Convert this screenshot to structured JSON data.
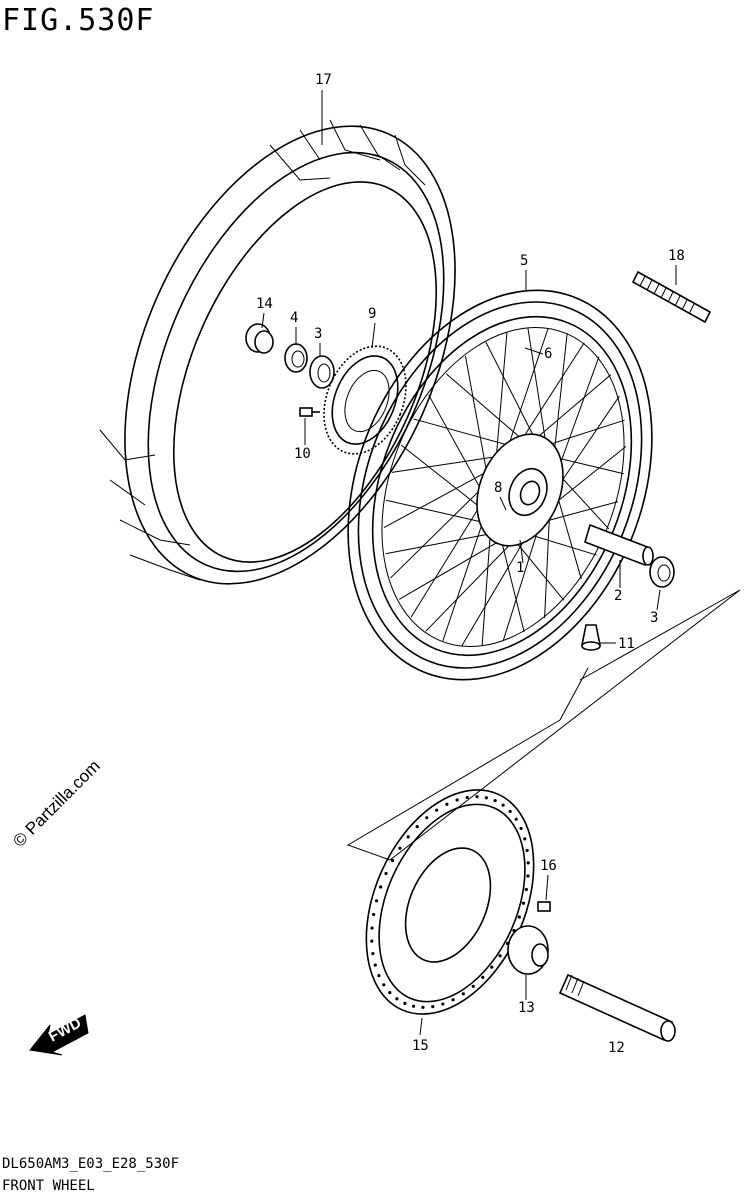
{
  "figure": {
    "title": "FIG.530F",
    "code": "DL650AM3_E03_E28_530F",
    "name": "FRONT WHEEL",
    "watermark": "© Partzilla.com",
    "fwd_label": "FWD"
  },
  "callouts": [
    {
      "id": "17",
      "part": "tire"
    },
    {
      "id": "18",
      "part": "balancer-weights"
    },
    {
      "id": "5",
      "part": "rim"
    },
    {
      "id": "14",
      "part": "spacer"
    },
    {
      "id": "4",
      "part": "oil-seal"
    },
    {
      "id": "3",
      "part": "bearing-left"
    },
    {
      "id": "9",
      "part": "sensor-ring"
    },
    {
      "id": "6",
      "part": "spoke-set"
    },
    {
      "id": "10",
      "part": "bolt"
    },
    {
      "id": "8",
      "part": "hub-bolt"
    },
    {
      "id": "1",
      "part": "hub"
    },
    {
      "id": "2",
      "part": "axle-spacer"
    },
    {
      "id": "3",
      "part": "bearing-right"
    },
    {
      "id": "11",
      "part": "valve"
    },
    {
      "id": "16",
      "part": "disc-bolt"
    },
    {
      "id": "13",
      "part": "collar"
    },
    {
      "id": "15",
      "part": "brake-disc"
    },
    {
      "id": "12",
      "part": "axle"
    }
  ]
}
